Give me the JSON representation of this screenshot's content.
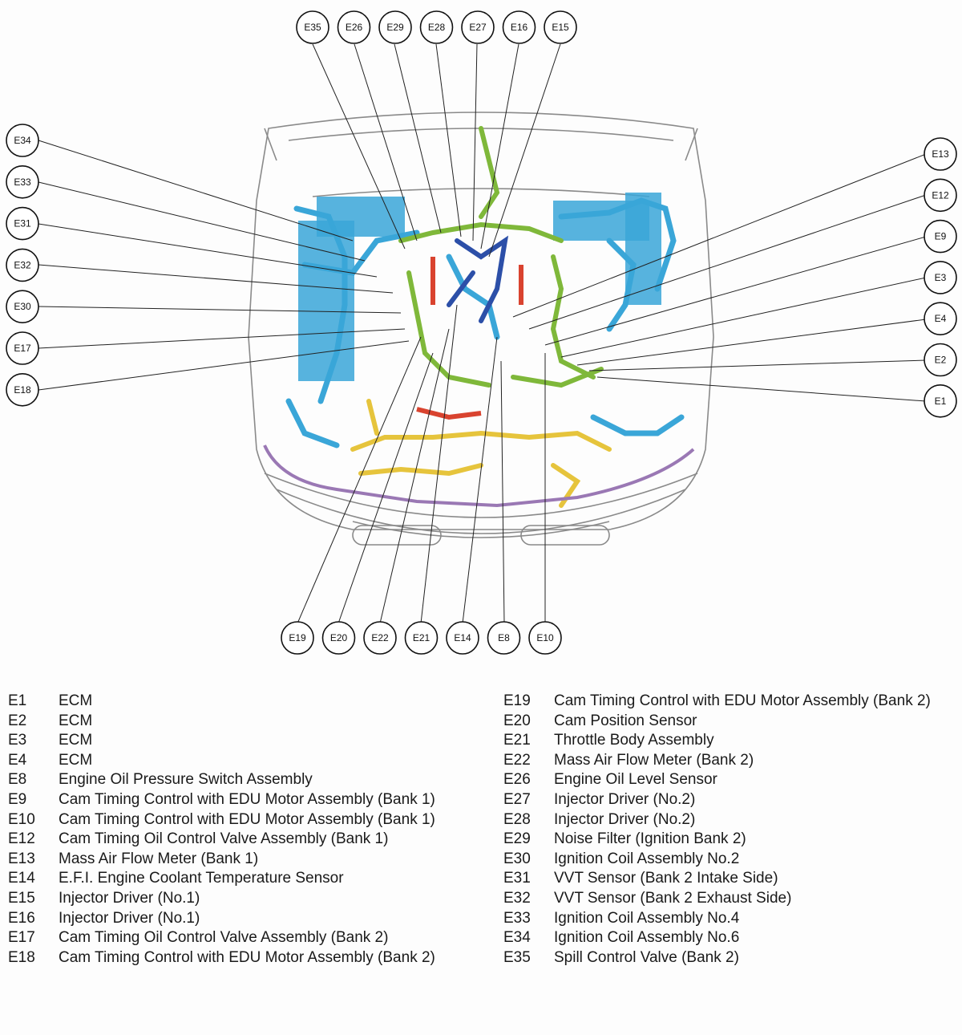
{
  "connectors": {
    "top": [
      "E35",
      "E26",
      "E29",
      "E28",
      "E27",
      "E16",
      "E15"
    ],
    "left": [
      "E34",
      "E33",
      "E31",
      "E32",
      "E30",
      "E17",
      "E18"
    ],
    "right": [
      "E13",
      "E12",
      "E9",
      "E3",
      "E4",
      "E2",
      "E1"
    ],
    "bottom": [
      "E19",
      "E20",
      "E22",
      "E21",
      "E14",
      "E8",
      "E10"
    ]
  },
  "harness_colors": {
    "blue": "#3aa6d8",
    "green": "#7fb83a",
    "yellow": "#e6c43c",
    "red": "#d9432f",
    "purple": "#9a78b4",
    "navy": "#2c4fa8",
    "outline": "#8a8a8a"
  },
  "legend": {
    "left": [
      {
        "code": "E1",
        "desc": "ECM"
      },
      {
        "code": "E2",
        "desc": "ECM"
      },
      {
        "code": "E3",
        "desc": "ECM"
      },
      {
        "code": "E4",
        "desc": "ECM"
      },
      {
        "code": "E8",
        "desc": "Engine Oil Pressure Switch Assembly"
      },
      {
        "code": "E9",
        "desc": "Cam Timing Control with EDU Motor Assembly (Bank 1)"
      },
      {
        "code": "E10",
        "desc": "Cam Timing Control with EDU Motor Assembly (Bank 1)"
      },
      {
        "code": "E12",
        "desc": "Cam Timing Oil Control Valve Assembly (Bank 1)"
      },
      {
        "code": "E13",
        "desc": "Mass Air Flow Meter (Bank 1)"
      },
      {
        "code": "E14",
        "desc": "E.F.I. Engine Coolant Temperature Sensor"
      },
      {
        "code": "E15",
        "desc": "Injector Driver (No.1)"
      },
      {
        "code": "E16",
        "desc": "Injector Driver (No.1)"
      },
      {
        "code": "E17",
        "desc": "Cam Timing Oil Control Valve Assembly (Bank 2)"
      },
      {
        "code": "E18",
        "desc": "Cam Timing Control with EDU Motor Assembly (Bank 2)"
      }
    ],
    "right": [
      {
        "code": "E19",
        "desc": "Cam Timing Control with EDU Motor Assembly (Bank 2)"
      },
      {
        "code": "E20",
        "desc": "Cam Position Sensor"
      },
      {
        "code": "E21",
        "desc": "Throttle Body Assembly"
      },
      {
        "code": "E22",
        "desc": "Mass Air Flow Meter (Bank 2)"
      },
      {
        "code": "E26",
        "desc": "Engine Oil Level Sensor"
      },
      {
        "code": "E27",
        "desc": "Injector Driver (No.2)"
      },
      {
        "code": "E28",
        "desc": "Injector Driver (No.2)"
      },
      {
        "code": "E29",
        "desc": "Noise Filter (Ignition Bank 2)"
      },
      {
        "code": "E30",
        "desc": "Ignition Coil Assembly No.2"
      },
      {
        "code": "E31",
        "desc": "VVT Sensor (Bank 2 Intake Side)"
      },
      {
        "code": "E32",
        "desc": "VVT Sensor (Bank 2 Exhaust Side)"
      },
      {
        "code": "E33",
        "desc": "Ignition Coil Assembly No.4"
      },
      {
        "code": "E34",
        "desc": "Ignition Coil Assembly No.6"
      },
      {
        "code": "E35",
        "desc": "Spill Control Valve (Bank 2)"
      }
    ]
  }
}
